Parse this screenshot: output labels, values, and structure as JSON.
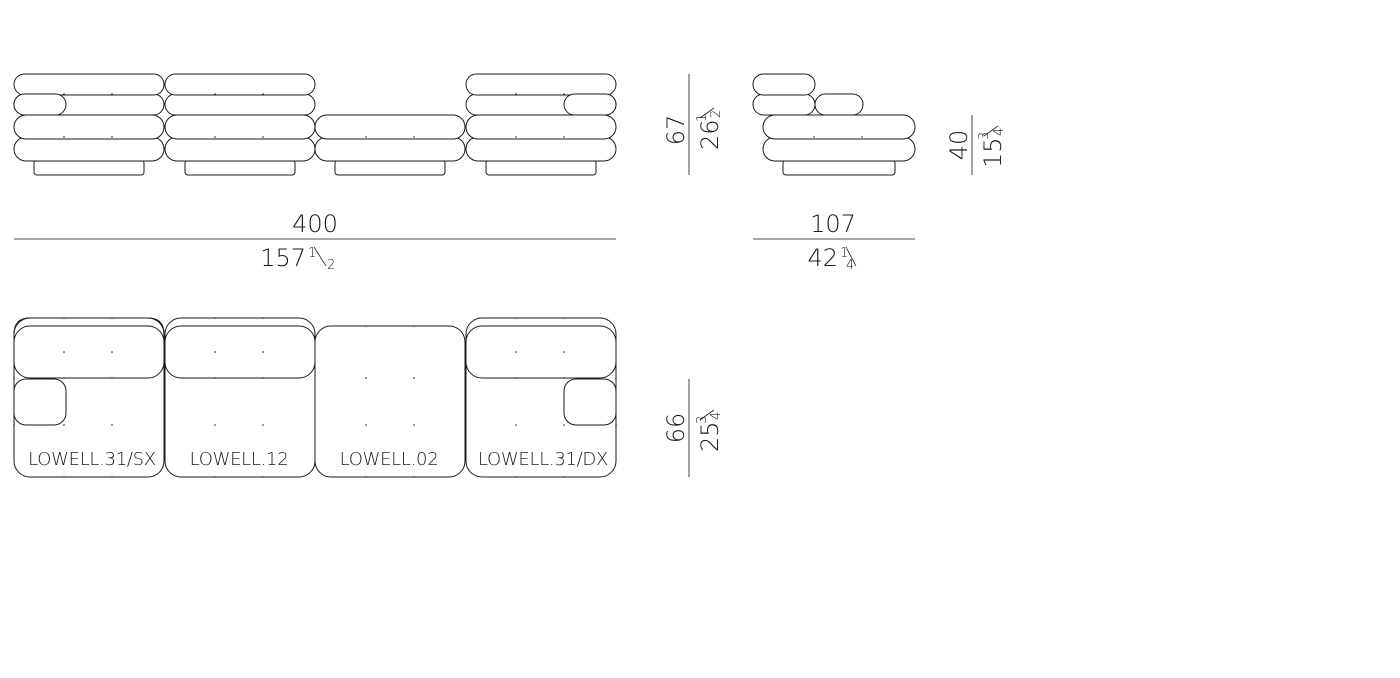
{
  "modules": [
    {
      "code": "LOWELL.31/SX"
    },
    {
      "code": "LOWELL.12"
    },
    {
      "code": "LOWELL.02"
    },
    {
      "code": "LOWELL.31/DX"
    }
  ],
  "dimensions": {
    "composition_width": {
      "cm": "400",
      "in_whole": "157",
      "in_num": "1",
      "in_den": "2"
    },
    "composition_height": {
      "cm": "67",
      "in_whole": "26",
      "in_num": "1",
      "in_den": "2"
    },
    "side_depth": {
      "cm": "107",
      "in_whole": "42",
      "in_num": "1",
      "in_den": "4"
    },
    "seat_height": {
      "cm": "40",
      "in_whole": "15",
      "in_num": "3",
      "in_den": "4"
    },
    "plan_depth": {
      "cm": "66",
      "in_whole": "25",
      "in_num": "3",
      "in_den": "4"
    }
  }
}
